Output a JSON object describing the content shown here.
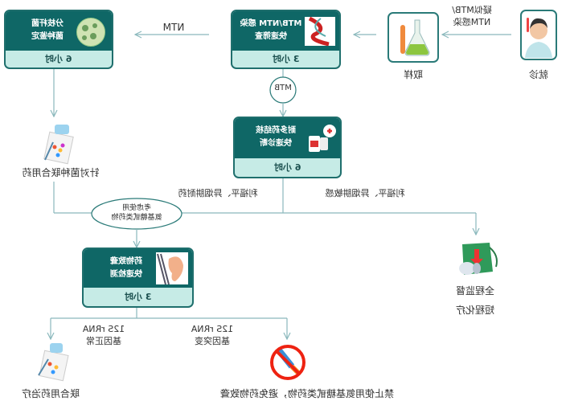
{
  "nodes": {
    "patient": {
      "label": "就诊"
    },
    "suspect": {
      "line1": "疑似MTB/",
      "line2": "NTM感染"
    },
    "sample": {
      "label": "取样"
    },
    "screening": {
      "title1": "MTB/NTM 感染",
      "title2": "快速筛查",
      "time": "3 小时"
    },
    "species": {
      "title1": "分枝杆菌",
      "title2": "菌种鉴定",
      "time": "6 小时"
    },
    "ntm_edge": "NTM",
    "mtb_circle": "MTB",
    "mdr": {
      "title1": "耐多药结核",
      "title2": "快速诊断",
      "time": "6 小时"
    },
    "species_drug": "针对菌种联合用药",
    "resistant": "利福平、异烟肼耐药",
    "sensitive": "利福平、异烟肼敏感",
    "consider": {
      "line1": "考虑使用",
      "line2": "氨基糖甙类药物"
    },
    "supervise": {
      "line1": "全程监督",
      "line2": "短程化疗"
    },
    "deafness": {
      "title1": "药物致聋",
      "title2": "快速检测",
      "time": "3 小时"
    },
    "normal": {
      "line1": "12S rRNA",
      "line2": "基因正常"
    },
    "mutant": {
      "line1": "12S rRNA",
      "line2": "基因突变"
    },
    "combo": "联合用药治疗",
    "forbid": "禁止使用氨基糖甙类药物，避免药物致聋"
  },
  "colors": {
    "dark": "#0f6766",
    "light": "#c6ebe6",
    "line": "#8ab8bc"
  }
}
